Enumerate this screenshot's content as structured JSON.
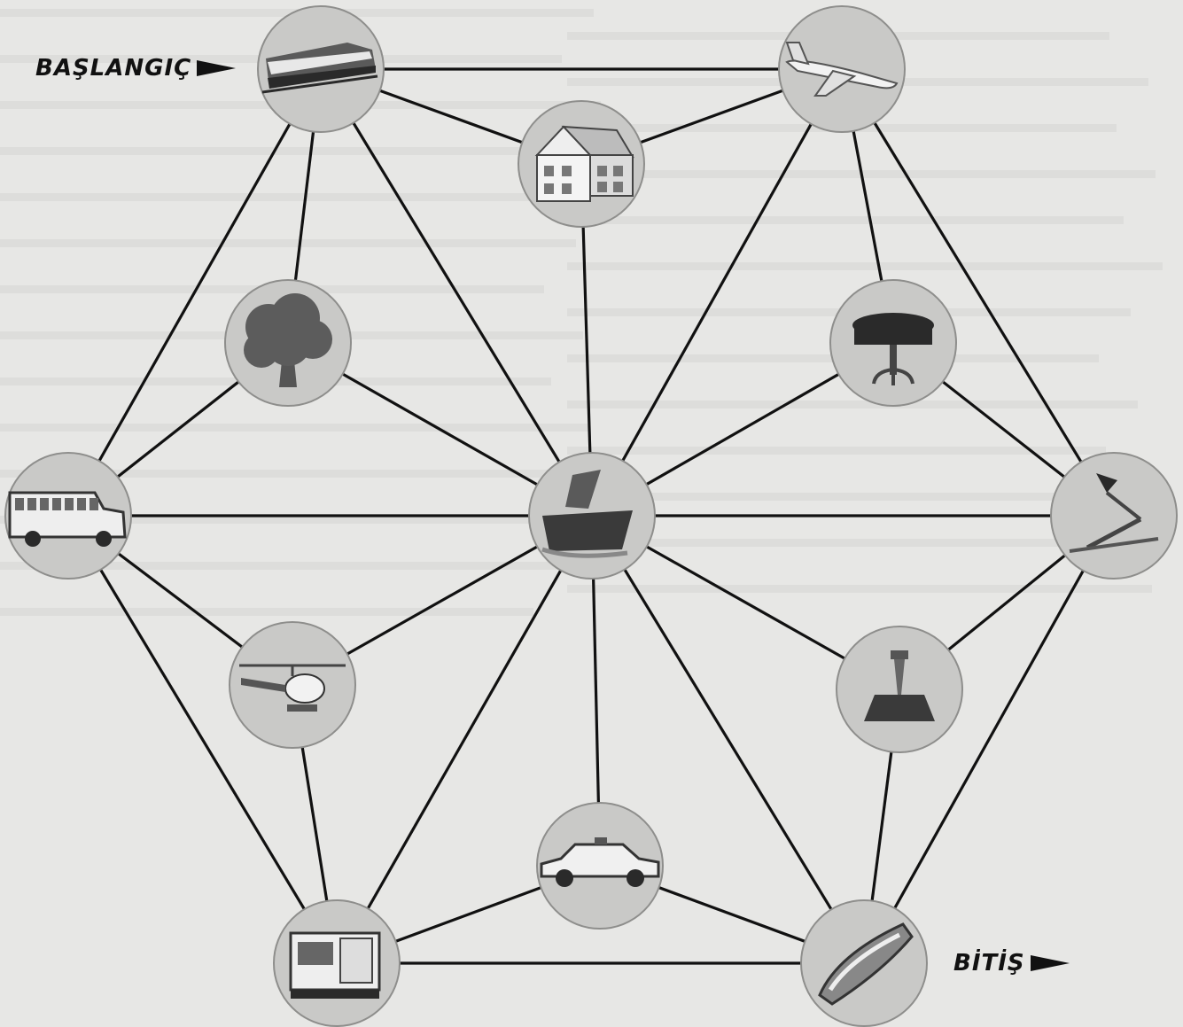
{
  "labels": {
    "start": "BAŞLANGIÇ",
    "end": "BİTİŞ"
  },
  "colors": {
    "node_fill": "#c9c9c7",
    "node_stroke": "#8e8e8c",
    "edge": "#111111",
    "icon": "#2a2a2a"
  },
  "nodes": [
    {
      "id": "train",
      "icon": "train-icon"
    },
    {
      "id": "airplane",
      "icon": "airplane-icon"
    },
    {
      "id": "house",
      "icon": "house-icon"
    },
    {
      "id": "tree",
      "icon": "tree-icon"
    },
    {
      "id": "table",
      "icon": "table-icon"
    },
    {
      "id": "bus",
      "icon": "bus-icon"
    },
    {
      "id": "ship",
      "icon": "ship-icon"
    },
    {
      "id": "lamp",
      "icon": "lamp-icon"
    },
    {
      "id": "helicopter",
      "icon": "helicopter-icon"
    },
    {
      "id": "stool",
      "icon": "stool-icon"
    },
    {
      "id": "taxi",
      "icon": "taxi-icon"
    },
    {
      "id": "truck",
      "icon": "truck-icon"
    },
    {
      "id": "boat",
      "icon": "boat-icon"
    }
  ],
  "edges": [
    [
      "train",
      "airplane"
    ],
    [
      "train",
      "house"
    ],
    [
      "train",
      "tree"
    ],
    [
      "train",
      "bus"
    ],
    [
      "train",
      "ship"
    ],
    [
      "airplane",
      "house"
    ],
    [
      "airplane",
      "ship"
    ],
    [
      "airplane",
      "table"
    ],
    [
      "airplane",
      "lamp"
    ],
    [
      "house",
      "ship"
    ],
    [
      "tree",
      "bus"
    ],
    [
      "tree",
      "ship"
    ],
    [
      "table",
      "ship"
    ],
    [
      "table",
      "lamp"
    ],
    [
      "bus",
      "ship"
    ],
    [
      "bus",
      "helicopter"
    ],
    [
      "bus",
      "truck"
    ],
    [
      "ship",
      "lamp"
    ],
    [
      "ship",
      "helicopter"
    ],
    [
      "ship",
      "truck"
    ],
    [
      "ship",
      "taxi"
    ],
    [
      "ship",
      "stool"
    ],
    [
      "ship",
      "boat"
    ],
    [
      "lamp",
      "stool"
    ],
    [
      "lamp",
      "boat"
    ],
    [
      "helicopter",
      "truck"
    ],
    [
      "taxi",
      "truck"
    ],
    [
      "taxi",
      "boat"
    ],
    [
      "stool",
      "boat"
    ],
    [
      "truck",
      "boat"
    ]
  ]
}
